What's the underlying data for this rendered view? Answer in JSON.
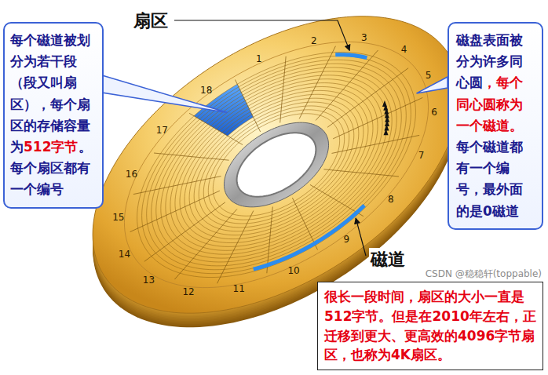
{
  "diagram": {
    "nodes": [
      {
        "text": [
          "每个磁道被划分为若干段（段又叫扇区），每个扇区的存储容量为",
          "512字节",
          "。每个扇区都有一个编号"
        ]
      },
      {
        "text": [
          "磁盘表面被分为许多同心圆",
          "，每个同心圆称为一个磁道。",
          "每个磁道都有一个编号，最外面的是0磁道"
        ]
      },
      {
        "text": [
          "很长一段时间，扇区的大小一直是512字节。但是在2010年左右，正迁移到更大、更高效的4096字节扇区，也称为4K扇区。"
        ]
      }
    ],
    "labels": [
      "扇区",
      "1",
      "2",
      "3",
      "4",
      "5",
      "6",
      "7",
      "8",
      "9",
      "10",
      "11",
      "12",
      "13",
      "14",
      "15",
      "16",
      "17",
      "18",
      "磁道",
      "CSDN @稳稳轩(toppable)"
    ]
  }
}
